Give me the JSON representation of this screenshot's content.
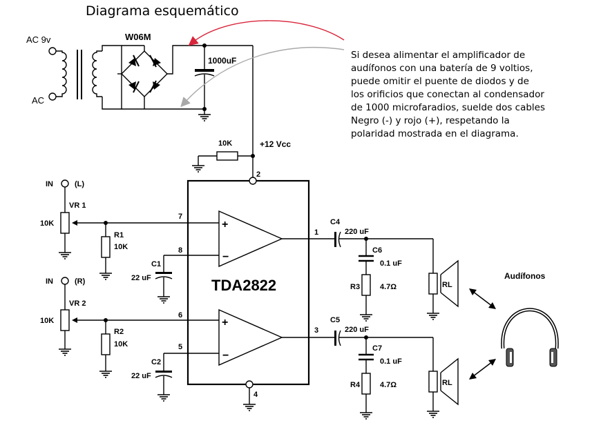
{
  "title": "Diagrama esquemático",
  "supply": {
    "ac_top": "AC 9v",
    "ac_bottom": "AC",
    "bridge": "W06M",
    "filter_cap": "1000uF",
    "vcc": "+12 Vcc",
    "r_vcc": "10K"
  },
  "note": [
    "Si desea alimentar el amplificador de",
    "audífonos con una batería de 9 voltios,",
    "puede omitir el puente de diodos y de",
    "los orificios que conectan al condensador",
    "de 1000 microfaradios, suelde dos cables",
    "Negro (-) y rojo (+), respetando la",
    "polaridad mostrada en el diagrama."
  ],
  "ic": {
    "name": "TDA2822",
    "pin1": "1",
    "pin2": "2",
    "pin3": "3",
    "pin4": "4",
    "pin5": "5",
    "pin6": "6",
    "pin7": "7",
    "pin8": "8"
  },
  "input_l": {
    "label": "IN",
    "channel": "(L)",
    "vr": "VR 1",
    "vr_value": "10K",
    "r": "R1",
    "r_value": "10K",
    "c": "C1",
    "c_value": "22 uF"
  },
  "input_r": {
    "label": "IN",
    "channel": "(R)",
    "vr": "VR 2",
    "vr_value": "10K",
    "r": "R2",
    "r_value": "10K",
    "c": "C2",
    "c_value": "22 uF"
  },
  "output_top": {
    "c": "C4",
    "c_value": "220 uF",
    "c2": "C6",
    "c2_value": "0.1 uF",
    "r": "R3",
    "r_value": "4.7Ω",
    "load": "RL"
  },
  "output_bottom": {
    "c": "C5",
    "c_value": "220 uF",
    "c2": "C7",
    "c2_value": "0.1 uF",
    "r": "R4",
    "r_value": "4.7Ω",
    "load": "RL"
  },
  "headphones": {
    "label": "Audífonos"
  },
  "colors": {
    "arrow_red": "#d9253b",
    "arrow_gray": "#a9a9a9",
    "line": "#000000"
  }
}
